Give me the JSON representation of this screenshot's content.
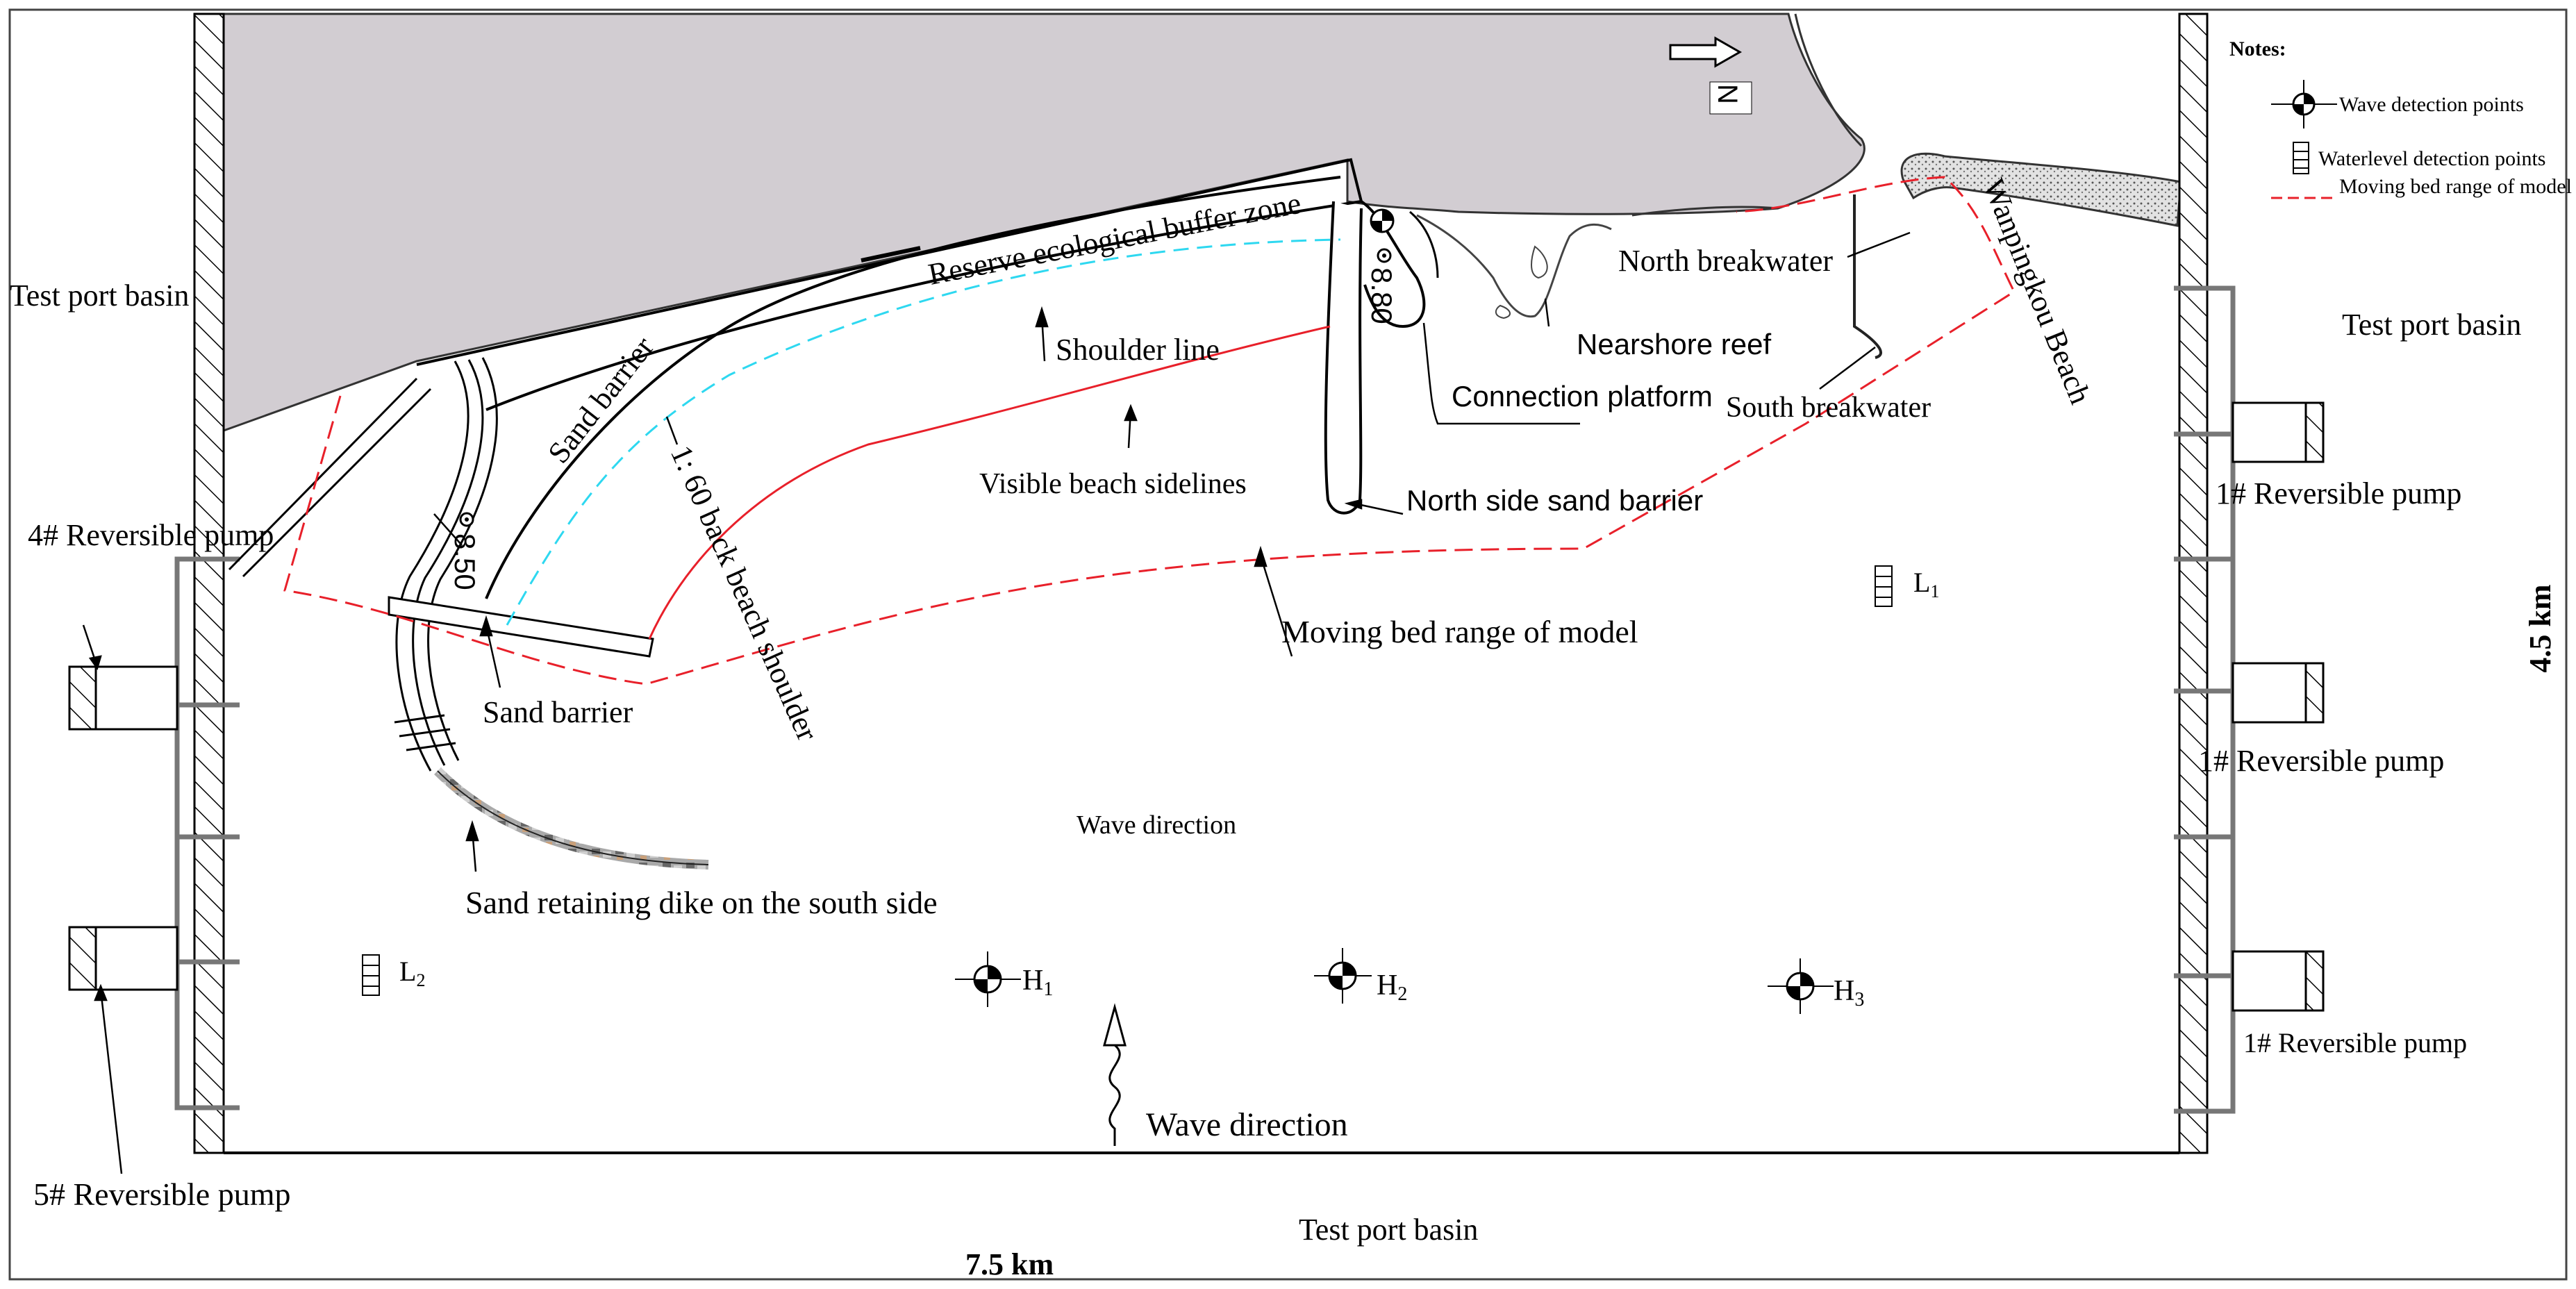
{
  "labels": {
    "test_port_basin_left": "Test port basin",
    "test_port_basin_right": "Test port basin",
    "test_port_basin_bottom": "Test  port basin",
    "reserve_zone": "Reserve ecological buffer zone",
    "shoulder_line": "Shoulder line",
    "sand_barrier_top": "Sand barrier",
    "sand_barrier_low": "Sand barrier",
    "back_beach_shoulder": "1: 60 back beach shoulder",
    "visible_sidelines": "Visible beach sidelines",
    "moving_bed": "Moving bed range of model",
    "connection_platform": "Connection platform",
    "nearshore_reef": "Nearshore reef",
    "north_breakwater": "North breakwater",
    "south_breakwater": "South breakwater",
    "wanpingkou_beach": "Wanpingkou Beach",
    "north_side_sand_barrier": "North side sand barrier",
    "sand_retaining_dike": "Sand retaining dike on the south side",
    "wave_direction_mid": "Wave direction",
    "wave_direction_bottom": "Wave  direction",
    "elev_850": "8.50",
    "elev_880": "8.80",
    "north_symbol": "N"
  },
  "pumps": {
    "p4": "4# Reversible pump",
    "p5": "5# Reversible pump",
    "p1a": "1# Reversible pump",
    "p1b": "1# Reversible pump",
    "p1c": "1# Reversible pump"
  },
  "dimensions": {
    "width": "7.5 km",
    "height": "4.5 km"
  },
  "points": {
    "h1": "H",
    "h1_sub": "1",
    "h2": "H",
    "h2_sub": "2",
    "h3": "H",
    "h3_sub": "3",
    "l1": "L",
    "l1_sub": "1",
    "l2": "L",
    "l2_sub": "2"
  },
  "legend": {
    "title": "Notes:",
    "wave": "Wave detection points",
    "waterlevel": "Waterlevel detection points",
    "moving_bed": "Moving bed range of model"
  },
  "colors": {
    "land": "#d2cdd2",
    "moving_bed_line": "#e8202a",
    "shoulder_line": "#2ed8f0",
    "sideline": "#e8202a"
  }
}
